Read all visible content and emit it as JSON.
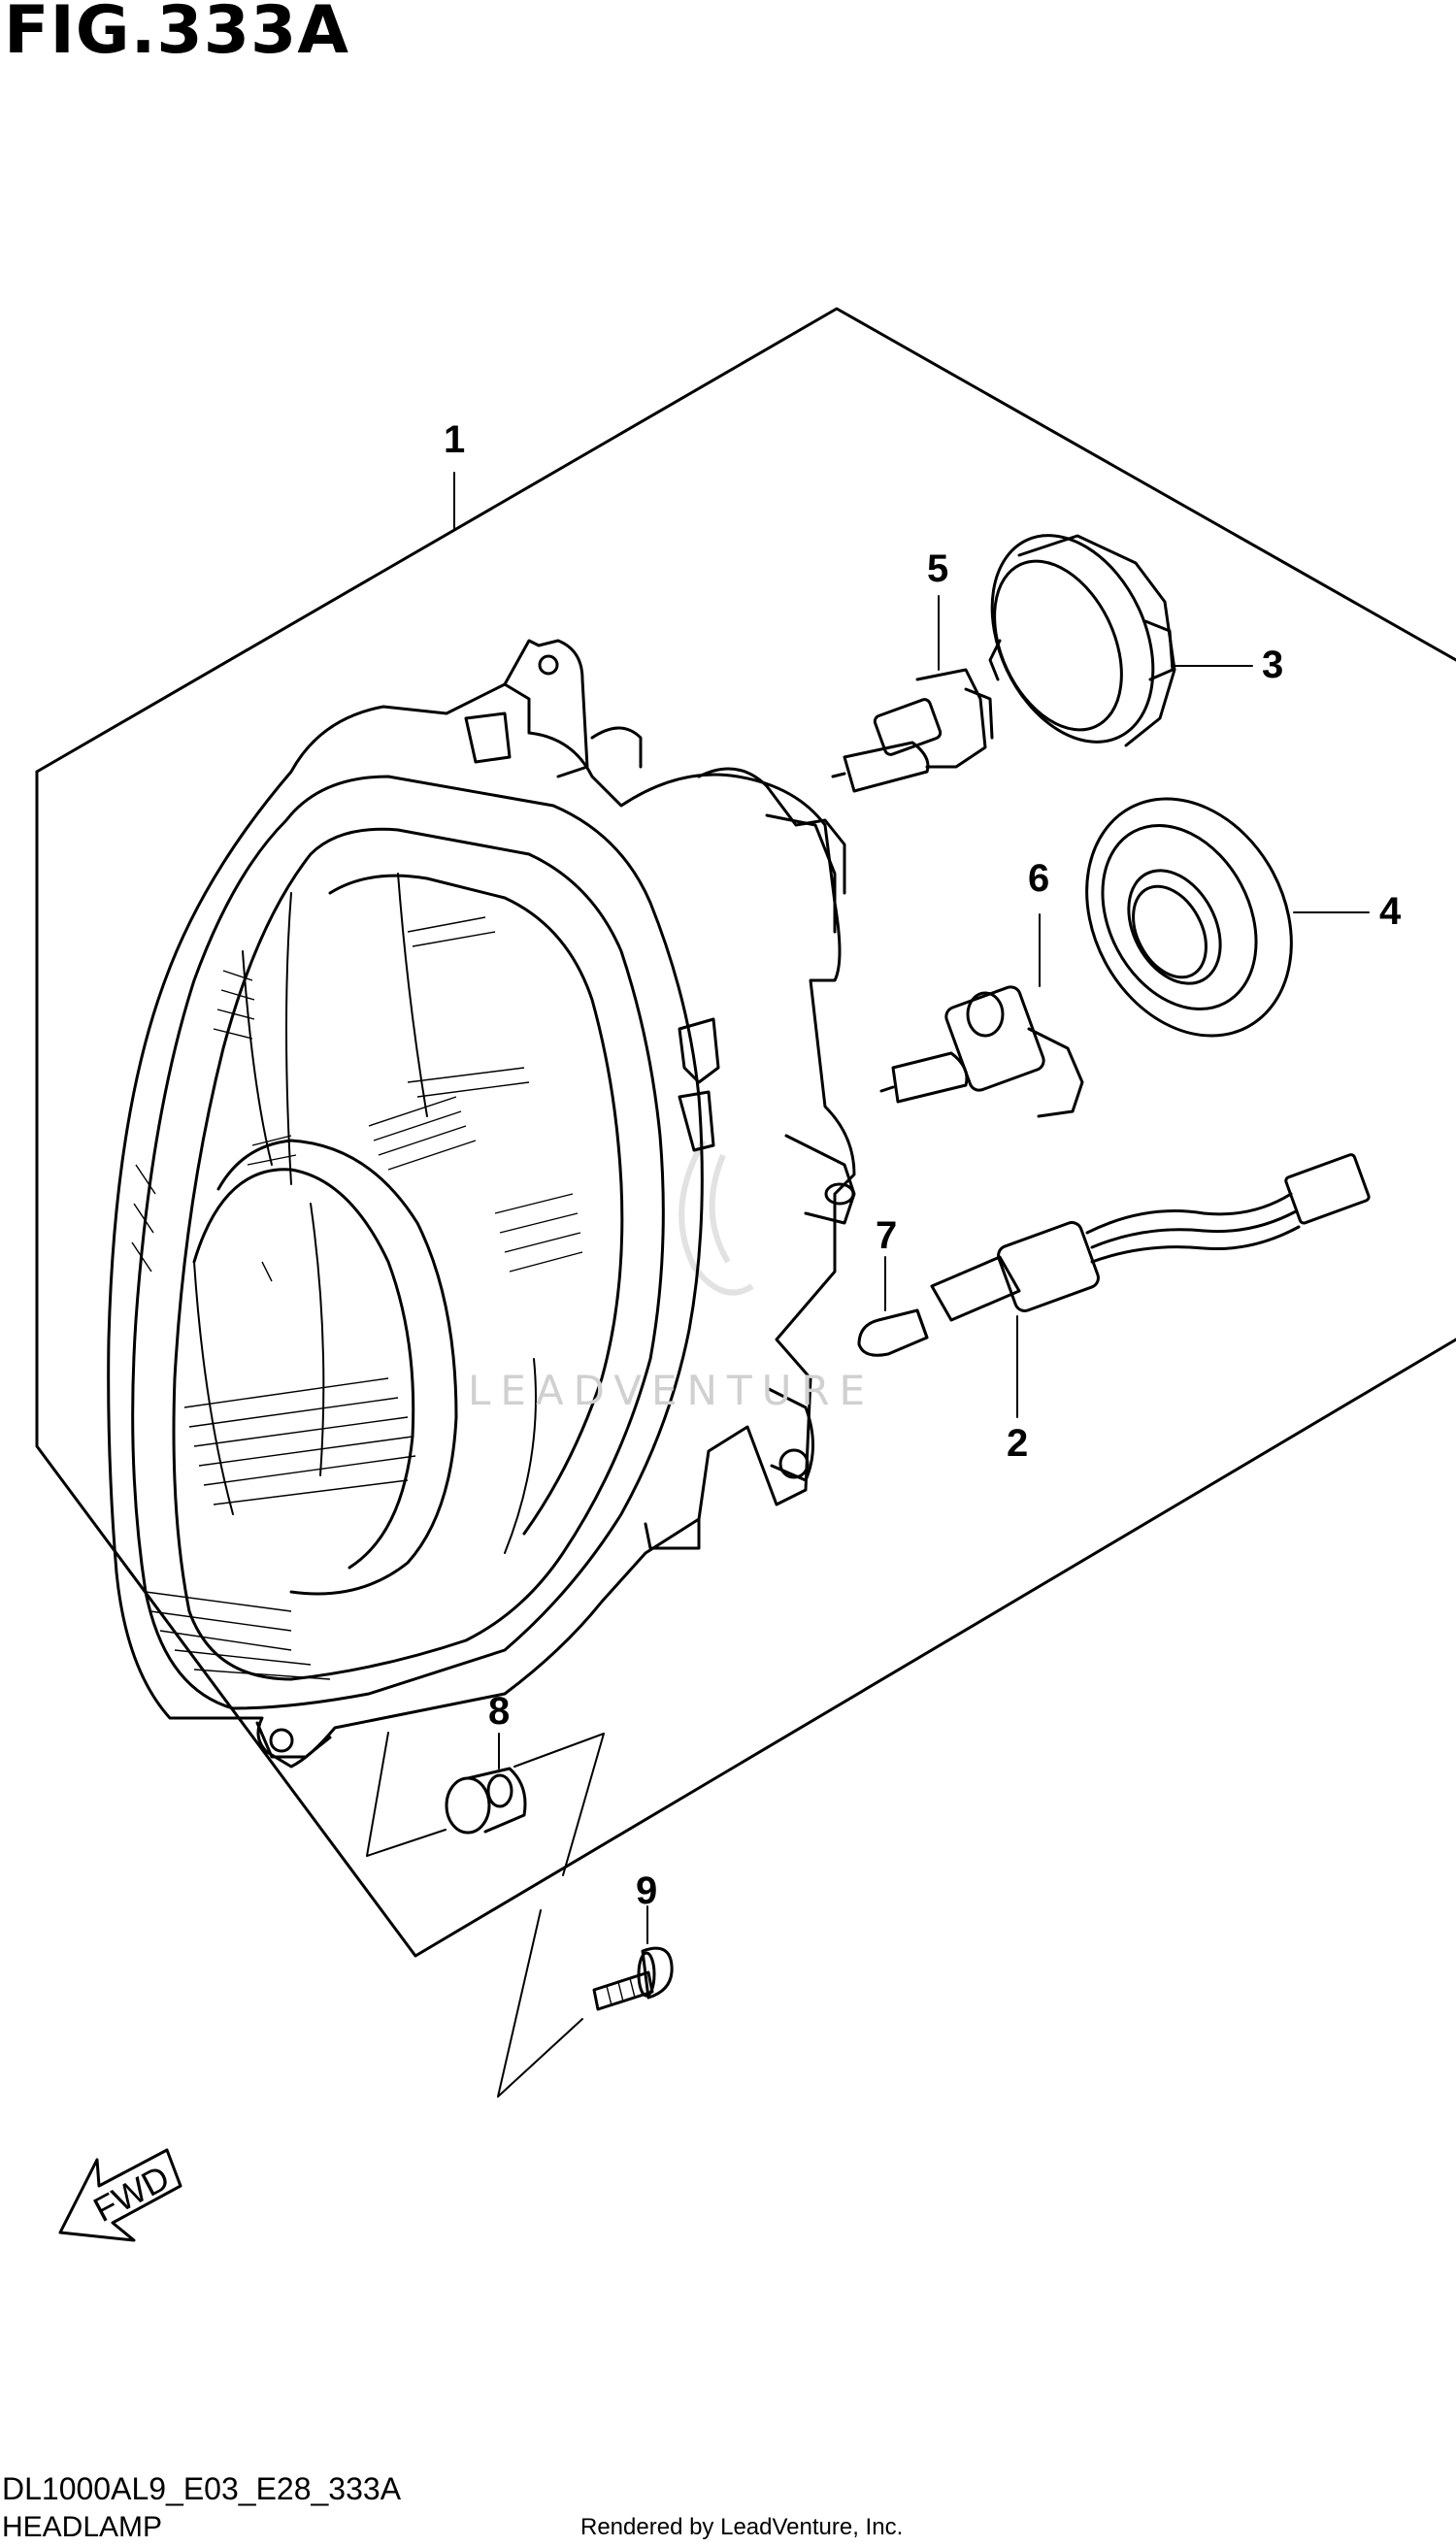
{
  "figure": {
    "title": "FIG.333A",
    "model_code": "DL1000AL9_E03_E28_333A",
    "name": "HEADLAMP",
    "credit": "Rendered by LeadVenture, Inc.",
    "watermark": "LEADVENTURE"
  },
  "callouts": [
    {
      "ref": "headlamp-assembly",
      "label": "1"
    },
    {
      "ref": "socket-harness",
      "label": "2"
    },
    {
      "ref": "bulb-retainer-ring",
      "label": "3"
    },
    {
      "ref": "rubber-cap",
      "label": "4"
    },
    {
      "ref": "h7-bulb",
      "label": "5"
    },
    {
      "ref": "h8-bulb",
      "label": "6"
    },
    {
      "ref": "wedge-bulb",
      "label": "7"
    },
    {
      "ref": "grommet",
      "label": "8"
    },
    {
      "ref": "screw",
      "label": "9"
    }
  ],
  "fwd_arrow": {
    "label": "FWD",
    "icon": "fwd-arrow-icon"
  },
  "colors": {
    "line": "#000000",
    "background": "#ffffff",
    "watermark": "#d0d0d0"
  }
}
